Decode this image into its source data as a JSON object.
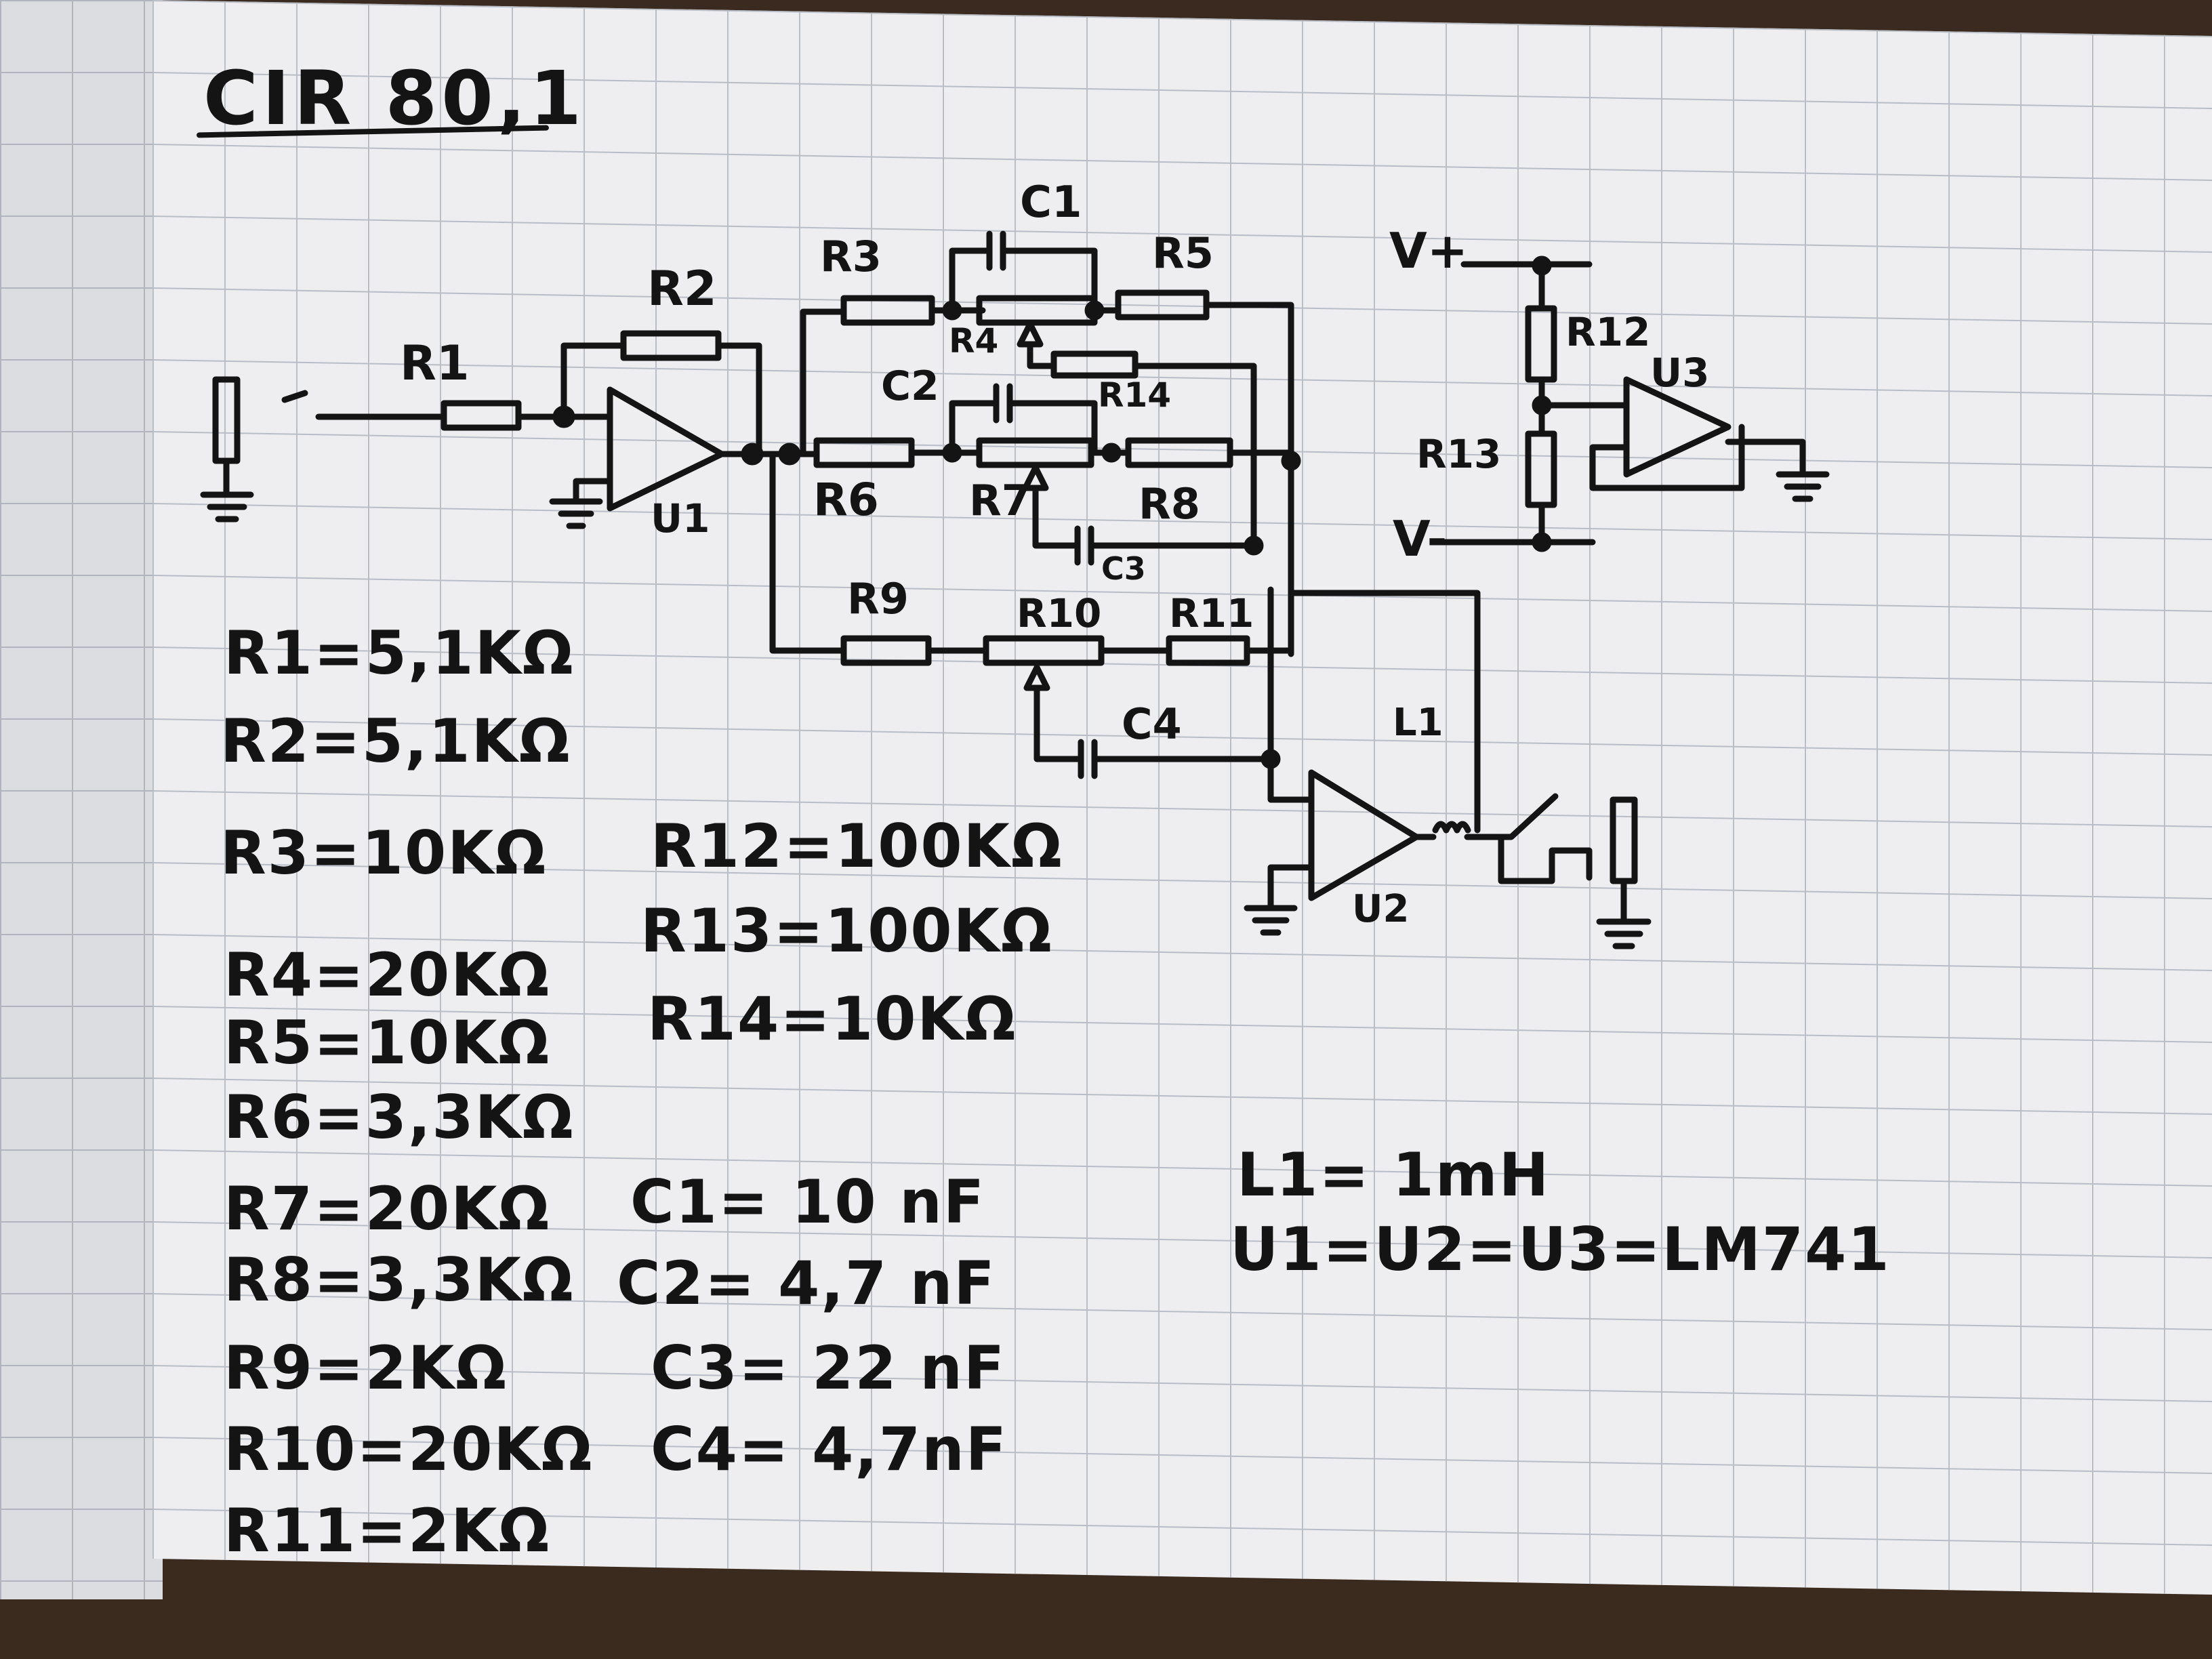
{
  "title": "CIR 80,1",
  "components": {
    "resistors": [
      "R1=5,1KΩ",
      "R2=5,1KΩ",
      "R3=10KΩ",
      "R4=20KΩ",
      "R5=10KΩ",
      "R6=3,3KΩ",
      "R7=20KΩ",
      "R8=3,3KΩ",
      "R9=2KΩ",
      "R10=20KΩ",
      "R11=2KΩ"
    ],
    "resistors_b": [
      "R12=100KΩ",
      "R13=100KΩ",
      "R14=10KΩ"
    ],
    "capacitors": [
      "C1= 10 nF",
      "C2= 4,7 nF",
      "C3= 22 nF",
      "C4= 4,7nF"
    ],
    "inductor": "L1= 1mH",
    "opamps": "U1=U2=U3=LM741"
  },
  "schematic_labels": {
    "r1": "R1",
    "r2": "R2",
    "r3": "R3",
    "r4": "R4",
    "r5": "R5",
    "r6": "R6",
    "r7": "R7",
    "r8": "R8",
    "r9": "R9",
    "r10": "R10",
    "r11": "R11",
    "r12": "R12",
    "r13": "R13",
    "r14": "R14",
    "c1": "C1",
    "c2": "C2",
    "c3": "C3",
    "c4": "C4",
    "l1": "L1",
    "u1": "U1",
    "u2": "U2",
    "u3": "U3",
    "vplus": "V+",
    "vminus": "V-"
  }
}
